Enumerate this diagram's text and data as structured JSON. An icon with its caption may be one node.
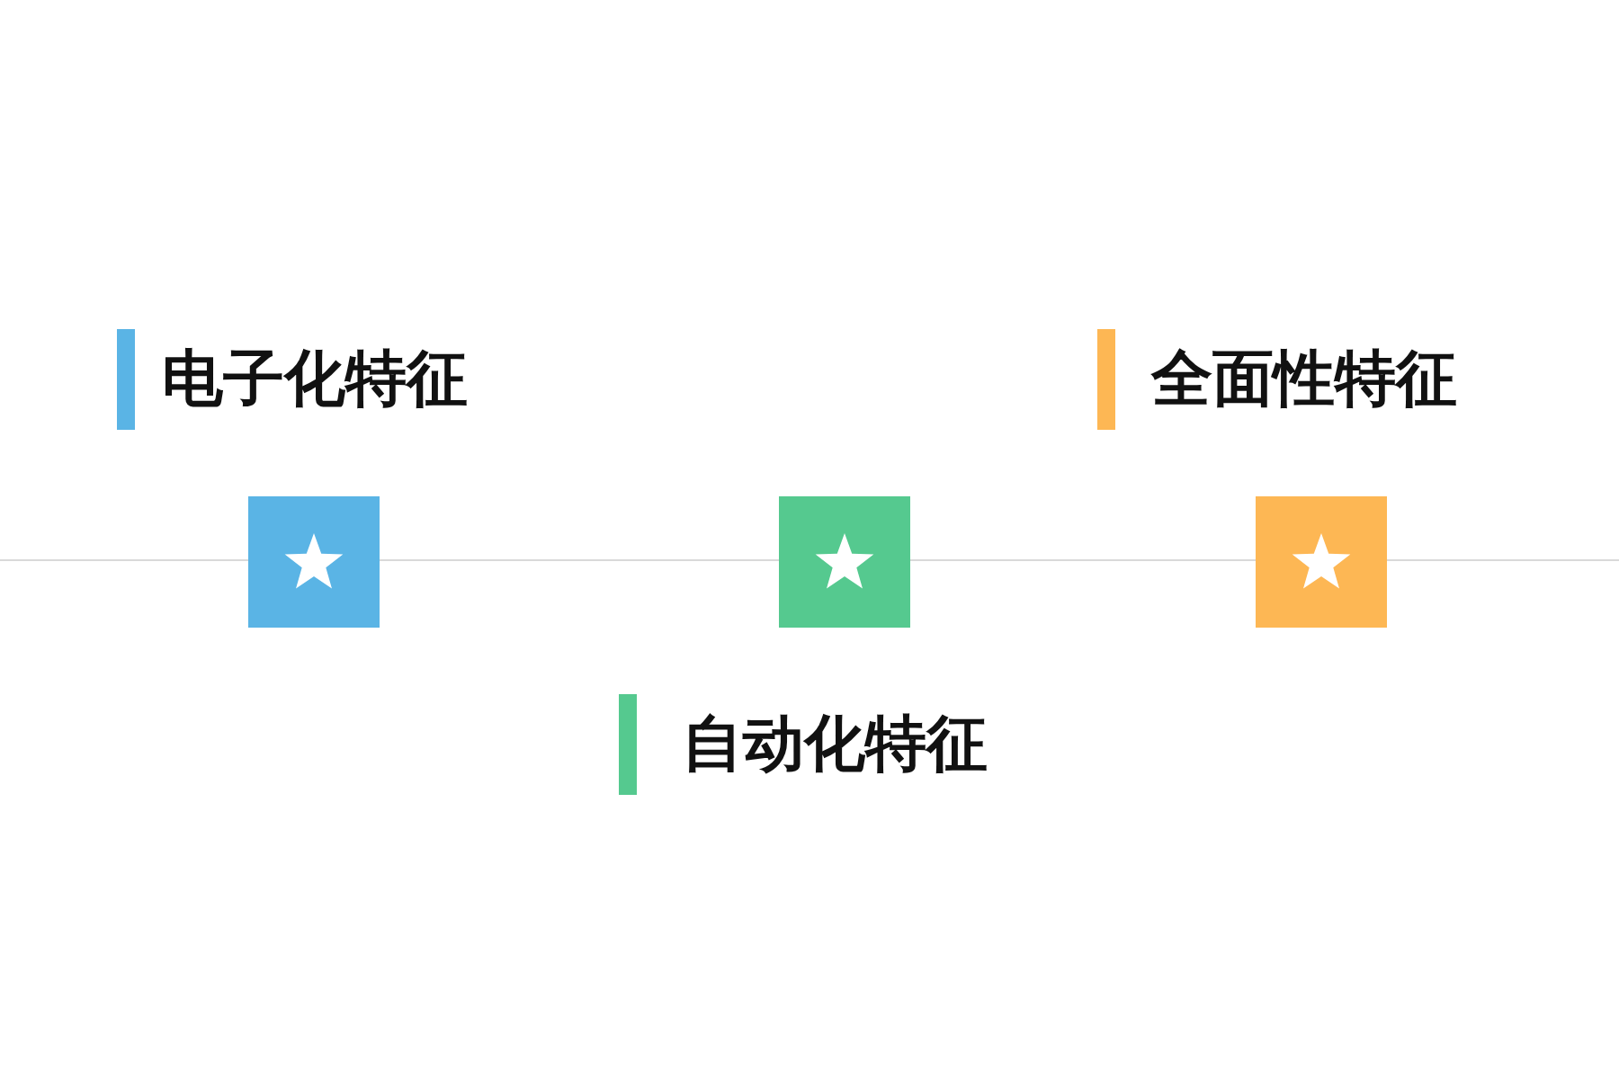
{
  "diagram": {
    "labels": [
      "电子化特征",
      "全面性特征",
      "自动化特征"
    ]
  }
}
